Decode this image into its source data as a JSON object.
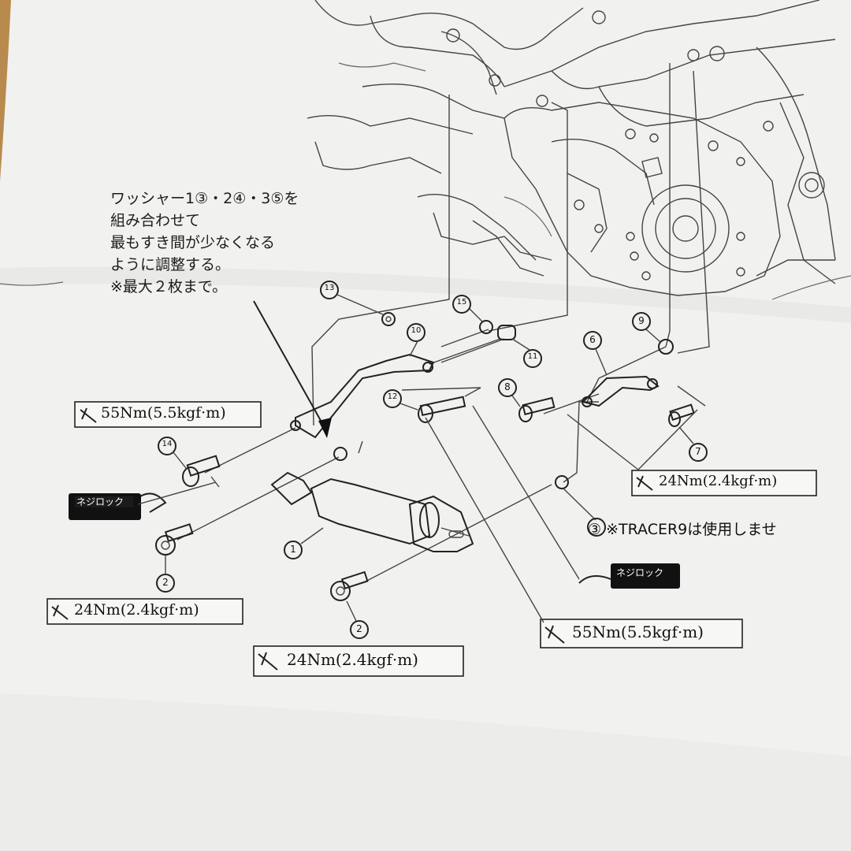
{
  "note": {
    "lines": [
      "ワッシャー1③・2④・3⑤を",
      "組み合わせて",
      "最もすき間が少なくなる",
      "ように調整する。",
      "※最大２枚まで。"
    ]
  },
  "torque_specs": {
    "top_left": "55Nm(5.5kgf·m)",
    "right": "24Nm(2.4kgf·m)",
    "left_lower": "24Nm(2.4kgf·m)",
    "center_lower": "24Nm(2.4kgf·m)",
    "right_lower": "55Nm(5.5kgf·m)"
  },
  "threadlock_labels": {
    "left": "ネジロック",
    "right": "ネジロック"
  },
  "tracer_note": "③ ※TRACER9は使用しませ",
  "part_numbers": {
    "p1": "1",
    "p2a": "2",
    "p2b": "2",
    "p3": "3",
    "p6": "6",
    "p7": "7",
    "p8": "8",
    "p9": "9",
    "p10": "10",
    "p11": "11",
    "p12": "12",
    "p13": "13",
    "p14": "14",
    "p15": "15"
  },
  "colors": {
    "paper": "#f2f2f0",
    "ink": "#1c1c1c",
    "desk": "#b98a4e",
    "label_fill": "#111111"
  }
}
